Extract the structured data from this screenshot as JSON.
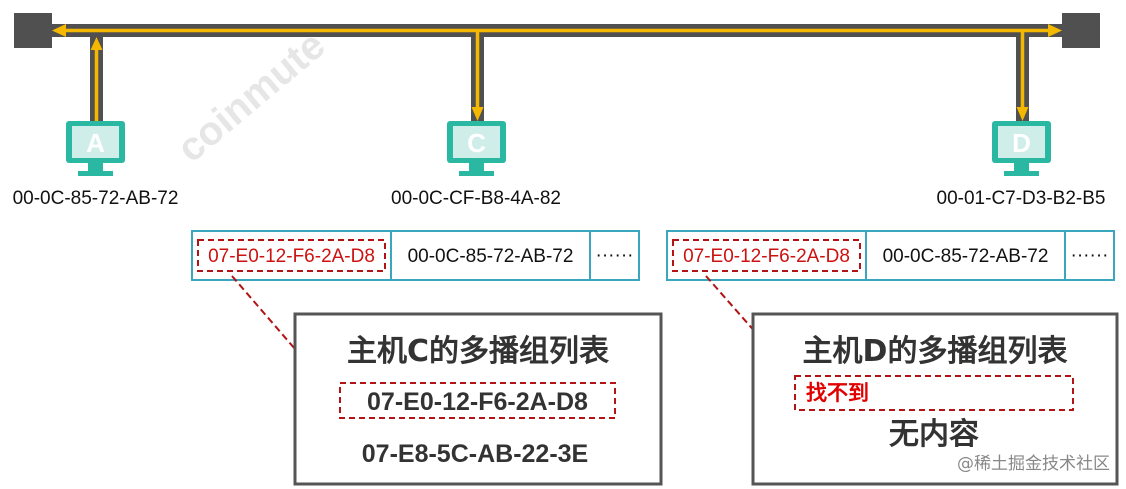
{
  "hosts": [
    {
      "letter": "A",
      "mac": "00-0C-85-72-AB-72"
    },
    {
      "letter": "C",
      "mac": "00-0C-CF-B8-4A-82"
    },
    {
      "letter": "D",
      "mac": "00-01-C7-D3-B2-B5"
    }
  ],
  "frames": [
    {
      "dest": "07-E0-12-F6-2A-D8",
      "src": "00-0C-85-72-AB-72",
      "more": "······"
    },
    {
      "dest": "07-E0-12-F6-2A-D8",
      "src": "00-0C-85-72-AB-72",
      "more": "······"
    }
  ],
  "group_c": {
    "title": "主机C的多播组列表",
    "entries": [
      "07-E0-12-F6-2A-D8",
      "07-E8-5C-AB-22-3E"
    ]
  },
  "group_d": {
    "title": "主机D的多播组列表",
    "not_found": "找不到",
    "empty": "无内容"
  },
  "watermark": "@稀土掘金技术社区",
  "colors": {
    "bus": "#505050",
    "signal": "#f5b800",
    "monitor": "#2bb8a3",
    "frame_border": "#3aa6c0",
    "highlight": "#b01414",
    "box_border": "#555555"
  }
}
